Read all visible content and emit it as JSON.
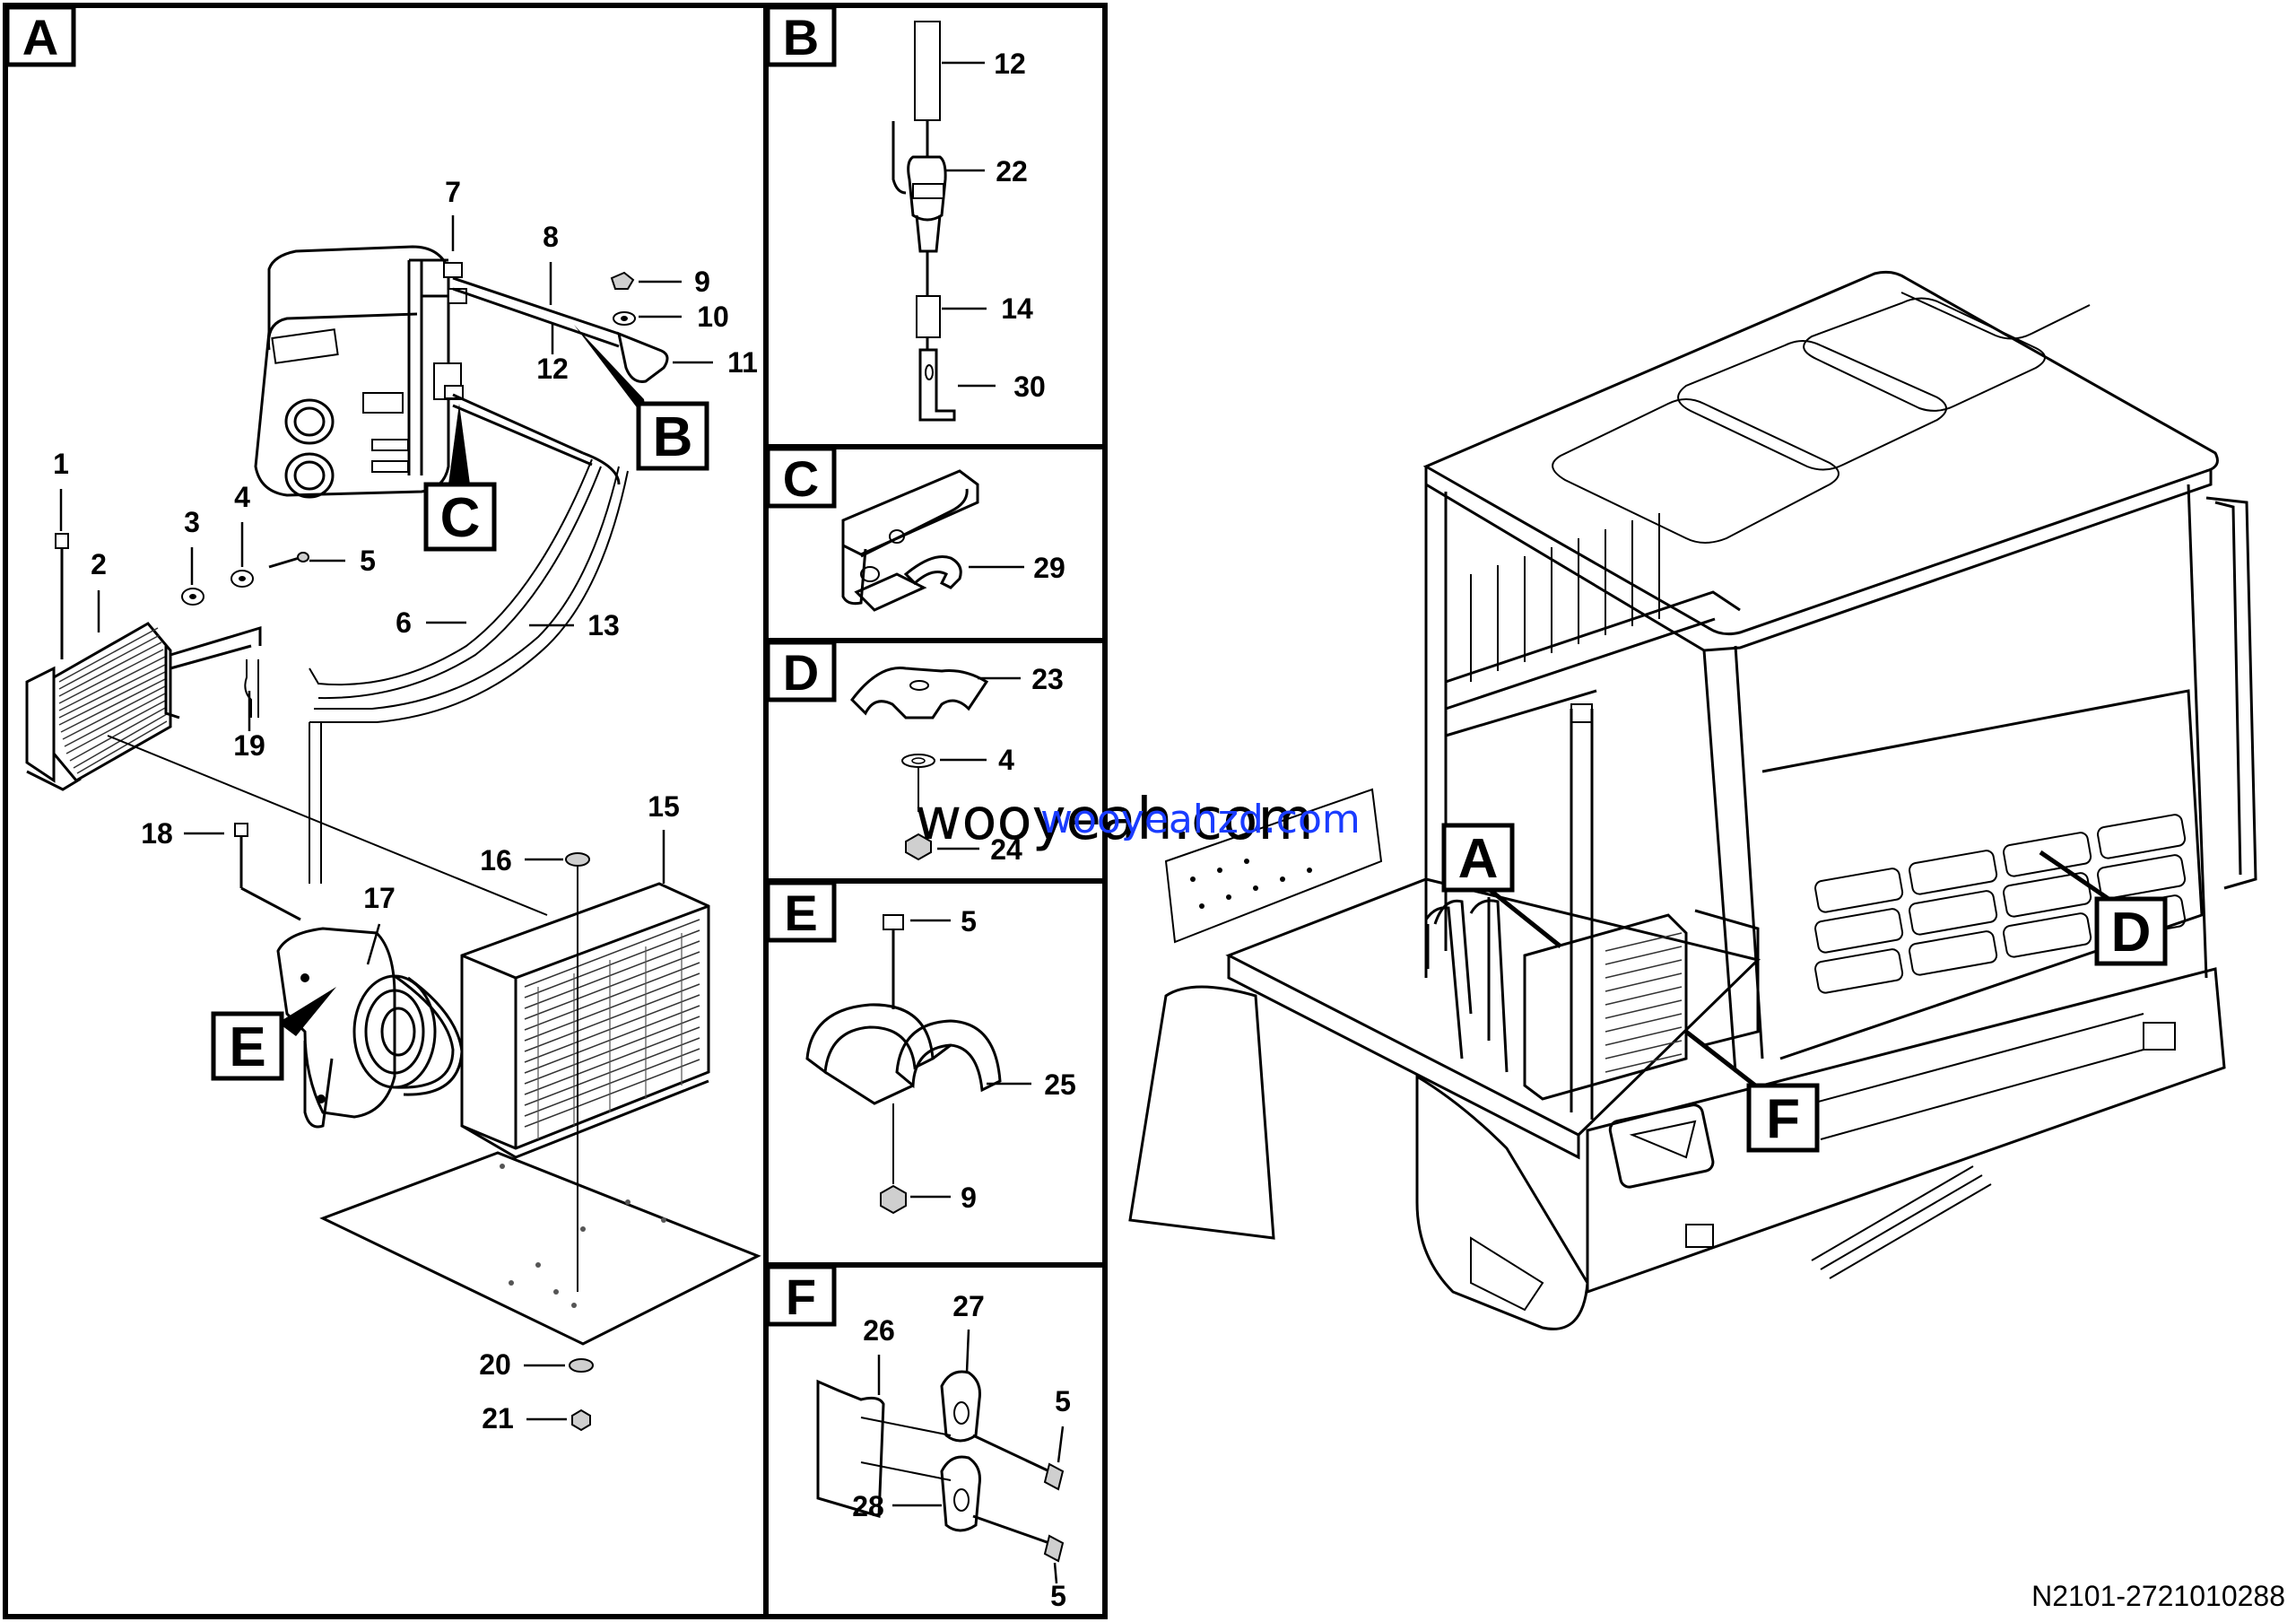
{
  "panels": {
    "A": {
      "letter": "A",
      "parts": [
        "1",
        "2",
        "3",
        "4",
        "5",
        "6",
        "7",
        "8",
        "9",
        "10",
        "11",
        "12",
        "13",
        "15",
        "16",
        "17",
        "18",
        "19",
        "20",
        "21"
      ],
      "callouts": [
        "B",
        "C",
        "E"
      ]
    },
    "B": {
      "letter": "B",
      "parts": [
        "12",
        "22",
        "14",
        "30"
      ]
    },
    "C": {
      "letter": "C",
      "parts": [
        "29"
      ]
    },
    "D": {
      "letter": "D",
      "parts": [
        "23",
        "4",
        "24"
      ]
    },
    "E": {
      "letter": "E",
      "parts": [
        "5",
        "25",
        "9"
      ]
    },
    "F": {
      "letter": "F",
      "parts": [
        "26",
        "27",
        "5",
        "28",
        "5"
      ]
    }
  },
  "cab_callouts": [
    "A",
    "D",
    "F"
  ],
  "watermark": {
    "primary": "wooyeah.com",
    "secondary": "wooyeahzd.com"
  },
  "document_id": "N2101-2721010288"
}
